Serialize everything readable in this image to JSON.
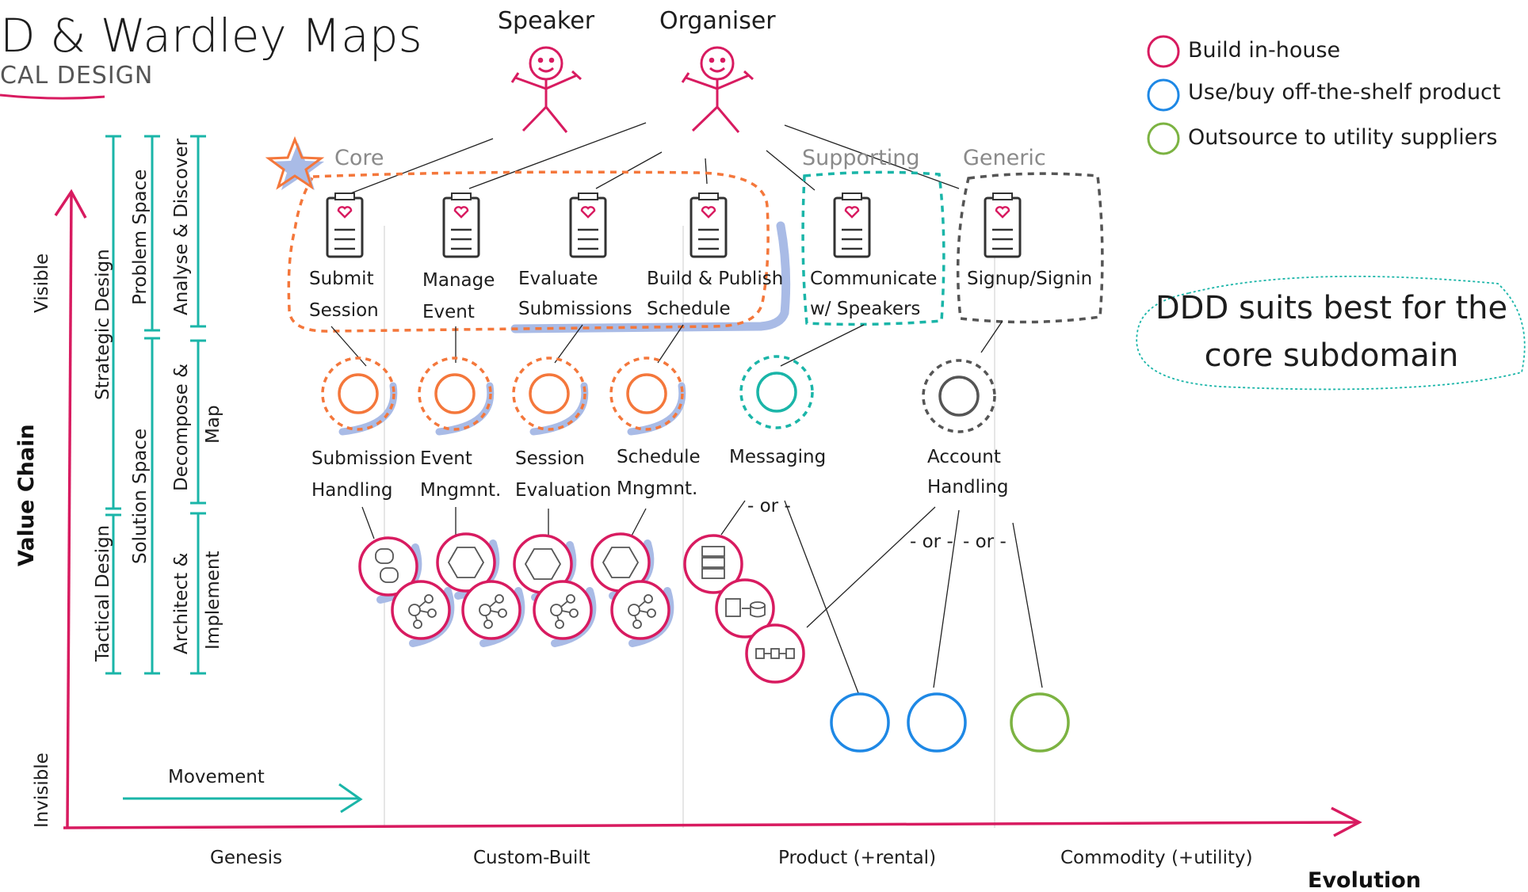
{
  "header": {
    "title": "D & Wardley Maps",
    "subtitle": "CAL DESIGN"
  },
  "actors": {
    "speaker": "Speaker",
    "organiser": "Organiser"
  },
  "groups": {
    "core": "Core",
    "supporting": "Supporting",
    "generic": "Generic"
  },
  "capabilities": [
    {
      "line1": "Submit",
      "line2": "Session"
    },
    {
      "line1": "Manage",
      "line2": "Event"
    },
    {
      "line1": "Evaluate",
      "line2": "Submissions"
    },
    {
      "line1": "Build & Publish",
      "line2": "Schedule"
    },
    {
      "line1": "Communicate",
      "line2": "w/ Speakers"
    },
    {
      "line1": "Signup/Signin",
      "line2": ""
    }
  ],
  "subdomains": [
    {
      "line1": "Submission",
      "line2": "Handling"
    },
    {
      "line1": "Event",
      "line2": "Mngmnt."
    },
    {
      "line1": "Session",
      "line2": "Evaluation"
    },
    {
      "line1": "Schedule",
      "line2": "Mngmnt."
    },
    {
      "line1": "Messaging",
      "line2": ""
    },
    {
      "line1": "Account",
      "line2": "Handling"
    }
  ],
  "or_label": "- or -",
  "legend": [
    {
      "label": "Build in-house",
      "color": "#d81b60"
    },
    {
      "label": "Use/buy off-the-shelf product",
      "color": "#1e88e5"
    },
    {
      "label": "Outsource to utility suppliers",
      "color": "#7cb342"
    }
  ],
  "callout": {
    "line1": "DDD suits best for the",
    "line2": "core subdomain"
  },
  "brackets": {
    "strategic": "Strategic Design",
    "tactical": "Tactical Design",
    "problem": "Problem Space",
    "solution": "Solution Space",
    "analyse": "Analyse & Discover",
    "decompose1": "Decompose &",
    "decompose2": "Map",
    "architect1": "Architect &",
    "architect2": "Implement"
  },
  "axes": {
    "y_title": "Value Chain",
    "y_top": "Visible",
    "y_bottom": "Invisible",
    "movement": "Movement",
    "stages": [
      "Genesis",
      "Custom-Built",
      "Product (+rental)",
      "Commodity (+utility)"
    ],
    "x_title": "Evolution"
  },
  "colors": {
    "core": "#f4773b",
    "supporting": "#1ab5a8",
    "generic": "#555555",
    "inhouse": "#d81b60",
    "product": "#1e88e5",
    "utility": "#7cb342",
    "axis": "#d81b60",
    "bracket": "#1ab5a8",
    "shadow": "#a9bbe6"
  }
}
